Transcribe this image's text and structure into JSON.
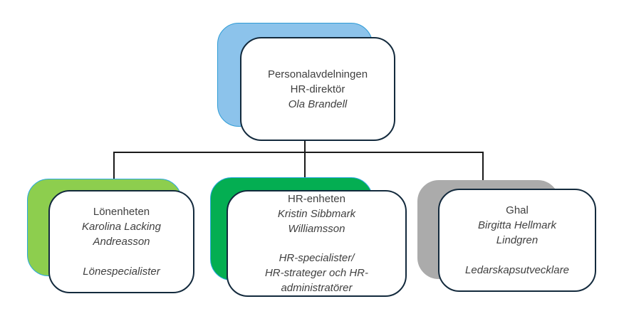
{
  "diagram": {
    "type": "org-chart",
    "background_color": "#ffffff",
    "connector_color": "#1a1a1a",
    "node_border_color": "#132a3d",
    "text_color": "#404040",
    "root": {
      "unit": "Personalavdelningen",
      "title": "HR-direktör",
      "manager_lines": [
        "Ola Brandell"
      ],
      "shadow_color": "#8cc3eb",
      "shadow_border": "#2f9cd6"
    },
    "children": [
      {
        "unit": "Lönenheten",
        "manager_lines": [
          "Karolina Lacking",
          "Andreasson"
        ],
        "staff_lines": [
          "Lönespecialister"
        ],
        "shadow_color": "#8dce4e",
        "shadow_border": "#29a8e0"
      },
      {
        "unit": "HR-enheten",
        "manager_lines": [
          "Kristin Sibbmark",
          "Williamsson"
        ],
        "staff_lines": [
          "HR-specialister/",
          "HR-strateger och HR-",
          "administratörer"
        ],
        "shadow_color": "#04ae52",
        "shadow_border": "#29a8e0"
      },
      {
        "unit": "Ghal",
        "manager_lines": [
          "Birgitta Hellmark",
          "Lindgren"
        ],
        "staff_lines": [
          "Ledarskapsutvecklare"
        ],
        "shadow_color": "#ababab",
        "shadow_border": "#ababab"
      }
    ]
  }
}
